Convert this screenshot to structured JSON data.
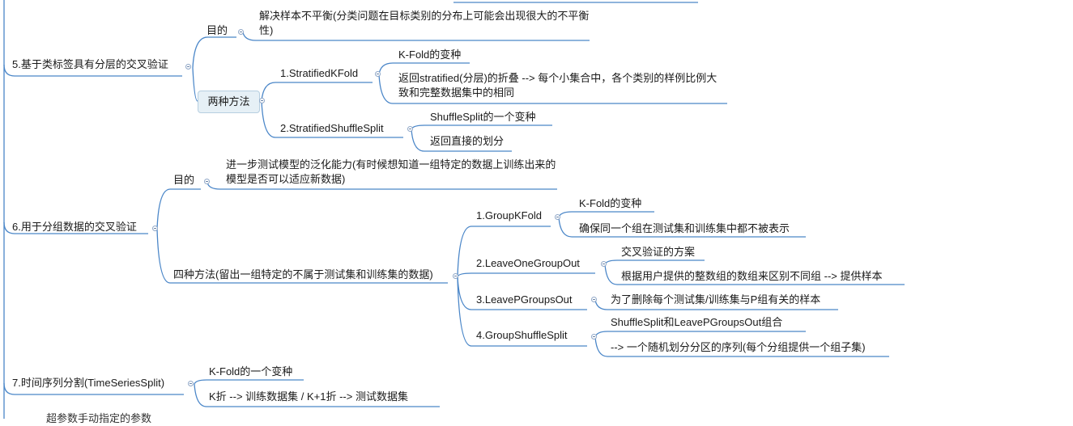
{
  "nodes": {
    "n5": "5.基于类标签具有分层的交叉验证",
    "n5_goal": "目的",
    "n5_goal_text": "解决样本不平衡(分类问题在目标类别的分布上可能会出现很大的不平衡性)",
    "n5_methods": "两种方法",
    "n5_m1": "1.StratifiedKFold",
    "n5_m1_a": "K-Fold的变种",
    "n5_m1_b": "返回stratified(分层)的折叠 --> 每个小集合中，各个类别的样例比例大致和完整数据集中的相同",
    "n5_m2": "2.StratifiedShuffleSplit",
    "n5_m2_a": "ShuffleSplit的一个变种",
    "n5_m2_b": "返回直接的划分",
    "n6": "6.用于分组数据的交叉验证",
    "n6_goal": "目的",
    "n6_goal_text": "进一步测试模型的泛化能力(有时候想知道一组特定的数据上训练出来的模型是否可以适应新数据)",
    "n6_methods": "四种方法(留出一组特定的不属于测试集和训练集的数据)",
    "n6_m1": "1.GroupKFold",
    "n6_m1_a": "K-Fold的变种",
    "n6_m1_b": "确保同一个组在测试集和训练集中都不被表示",
    "n6_m2": "2.LeaveOneGroupOut",
    "n6_m2_a": "交叉验证的方案",
    "n6_m2_b": "根据用户提供的整数组的数组来区别不同组 --> 提供样本",
    "n6_m3": "3.LeavePGroupsOut",
    "n6_m3_a": "为了删除每个测试集/训练集与P组有关的样本",
    "n6_m4": "4.GroupShuffleSplit",
    "n6_m4_a": "ShuffleSplit和LeavePGroupsOut组合",
    "n6_m4_b": "--> 一个随机划分分区的序列(每个分组提供一个组子集)",
    "n7": "7.时间序列分割(TimeSeriesSplit)",
    "n7_a": "K-Fold的一个变种",
    "n7_b": "K折 --> 训练数据集 /  K+1折 --> 测试数据集",
    "n8_partial": "超参数手动指定的参数"
  },
  "colors": {
    "line": "#4a86c8",
    "underline": "#3d7cc9",
    "box_fill": "#e6f0f6",
    "box_border": "#b7cfe0"
  }
}
